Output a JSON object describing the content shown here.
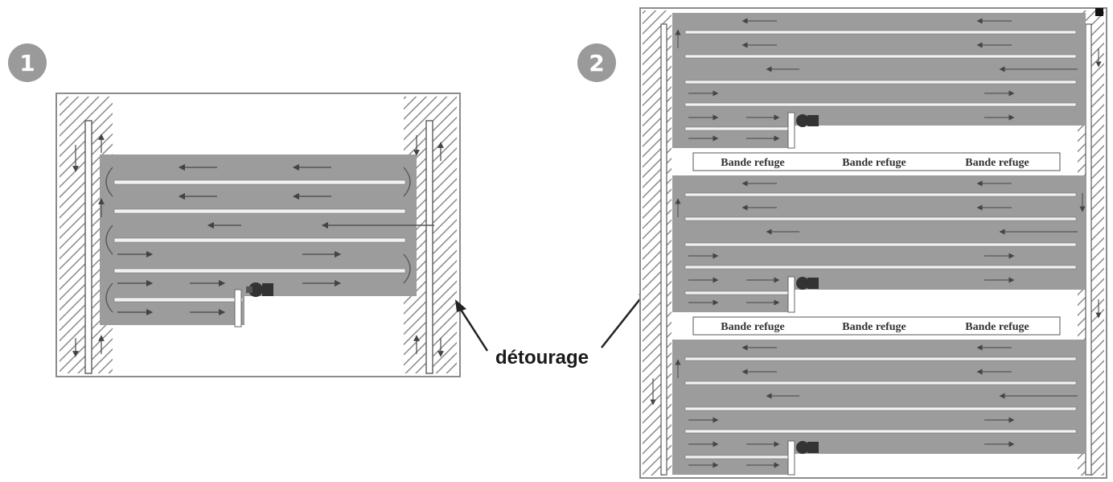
{
  "figures": [
    {
      "number": "1",
      "caption": ""
    },
    {
      "number": "2",
      "caption": ""
    }
  ],
  "callout_label": "détourage",
  "refuge_bands": [
    [
      "Bande refuge",
      "Bande refuge",
      "Bande refuge"
    ],
    [
      "Bande refuge",
      "Bande refuge",
      "Bande refuge"
    ]
  ],
  "colors": {
    "strip": "#9c9c9c",
    "strip_line": "#f2f2f2",
    "hatch": "#8a8a8a",
    "badge": "#9a9a9a",
    "frame": "#8c8c8c",
    "arrow": "#222222"
  }
}
